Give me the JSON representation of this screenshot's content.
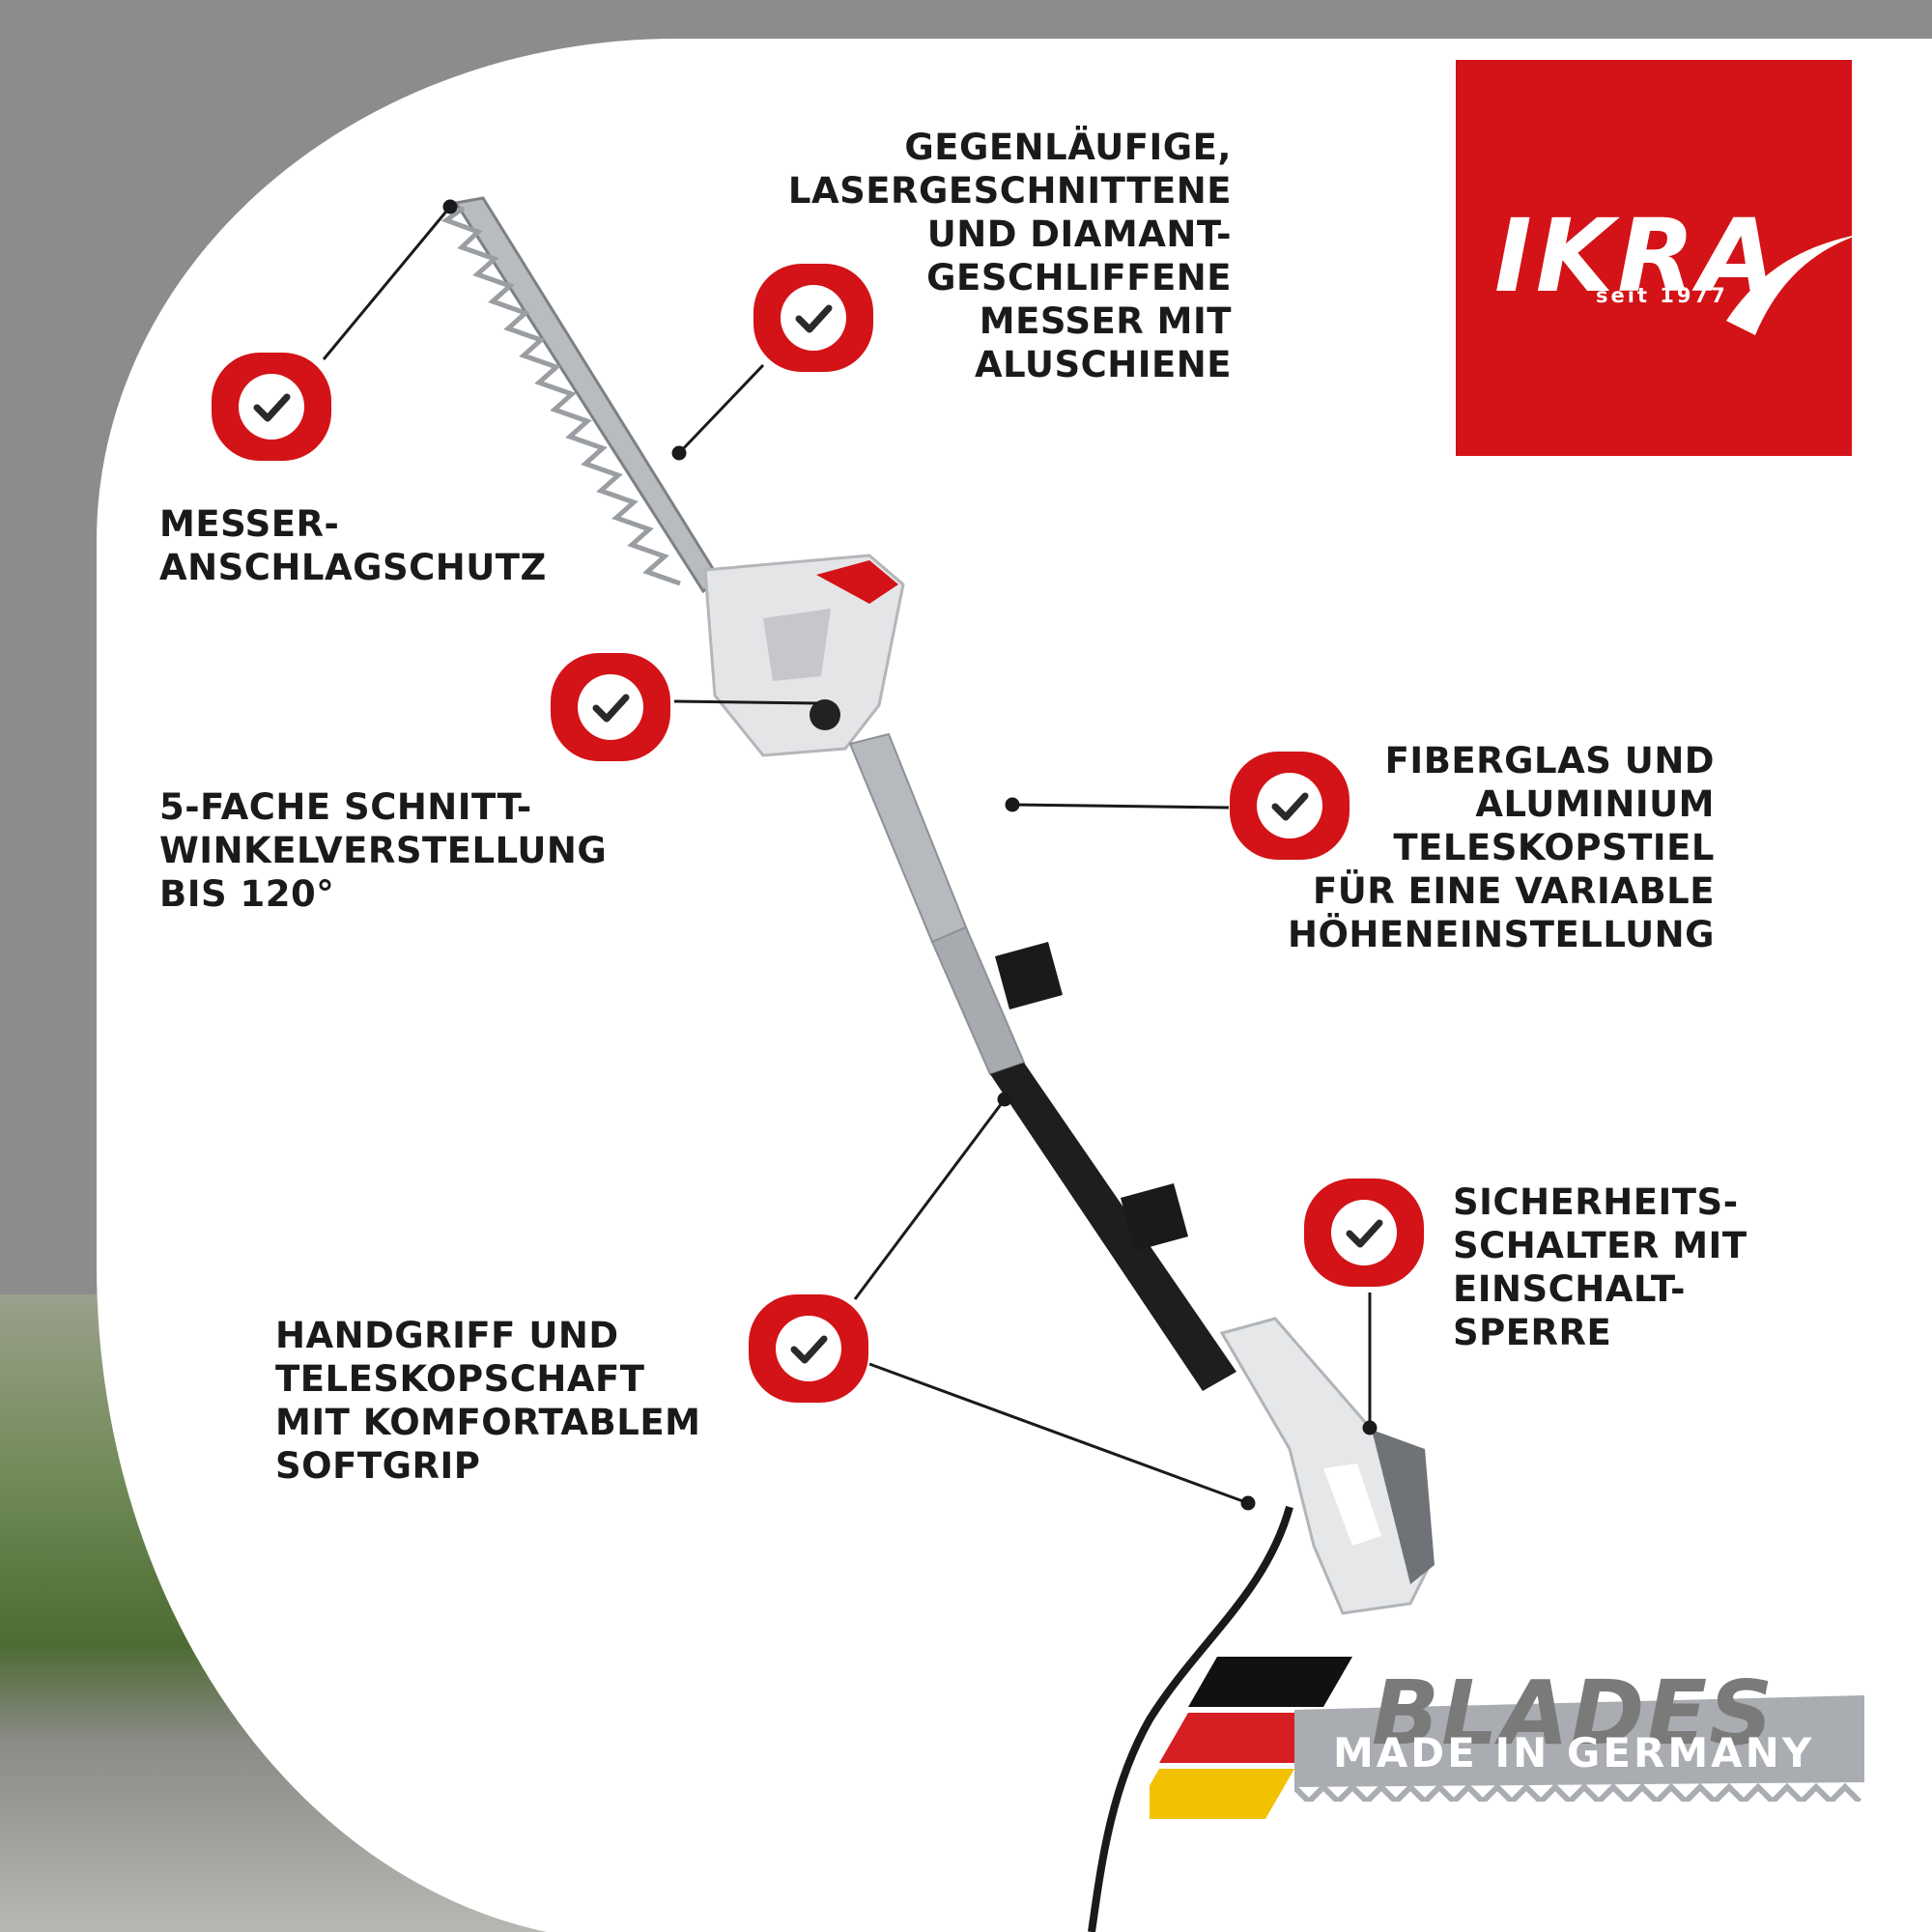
{
  "brand": {
    "name": "IKRA",
    "since": "seit 1977",
    "color": "#d31317"
  },
  "badge": {
    "blades": "BLADES",
    "made_in": "MADE IN GERMANY",
    "flag_colors": [
      "#111111",
      "#d51f23",
      "#f2c200"
    ]
  },
  "features": {
    "blade": {
      "lines": [
        "GEGENLÄUFIGE,",
        "LASERGESCHNITTENE",
        "UND DIAMANT-",
        "GESCHLIFFENE",
        "MESSER MIT",
        "ALUSCHIENE"
      ]
    },
    "guard": {
      "lines": [
        "MESSER-",
        "ANSCHLAGSCHUTZ"
      ]
    },
    "angle": {
      "lines": [
        "5-FACHE SCHNITT-",
        "WINKELVERSTELLUNG",
        "BIS 120°"
      ]
    },
    "pole": {
      "lines": [
        "FIBERGLAS UND",
        "ALUMINIUM",
        "TELESKOPSTIEL",
        "FÜR EINE VARIABLE",
        "HÖHENEINSTELLUNG"
      ]
    },
    "switch": {
      "lines": [
        "SICHERHEITS-",
        "SCHALTER MIT",
        "EINSCHALT-",
        "SPERRE"
      ]
    },
    "grip": {
      "lines": [
        "HANDGRIFF UND",
        "TELESKOPSCHAFT",
        "MIT KOMFORTABLEM",
        "SOFTGRIP"
      ]
    }
  },
  "icons": {
    "check": "check-circle-icon"
  },
  "colors": {
    "accent": "#d31317",
    "text": "#1a1a1a",
    "background": "#8c8c8c"
  }
}
